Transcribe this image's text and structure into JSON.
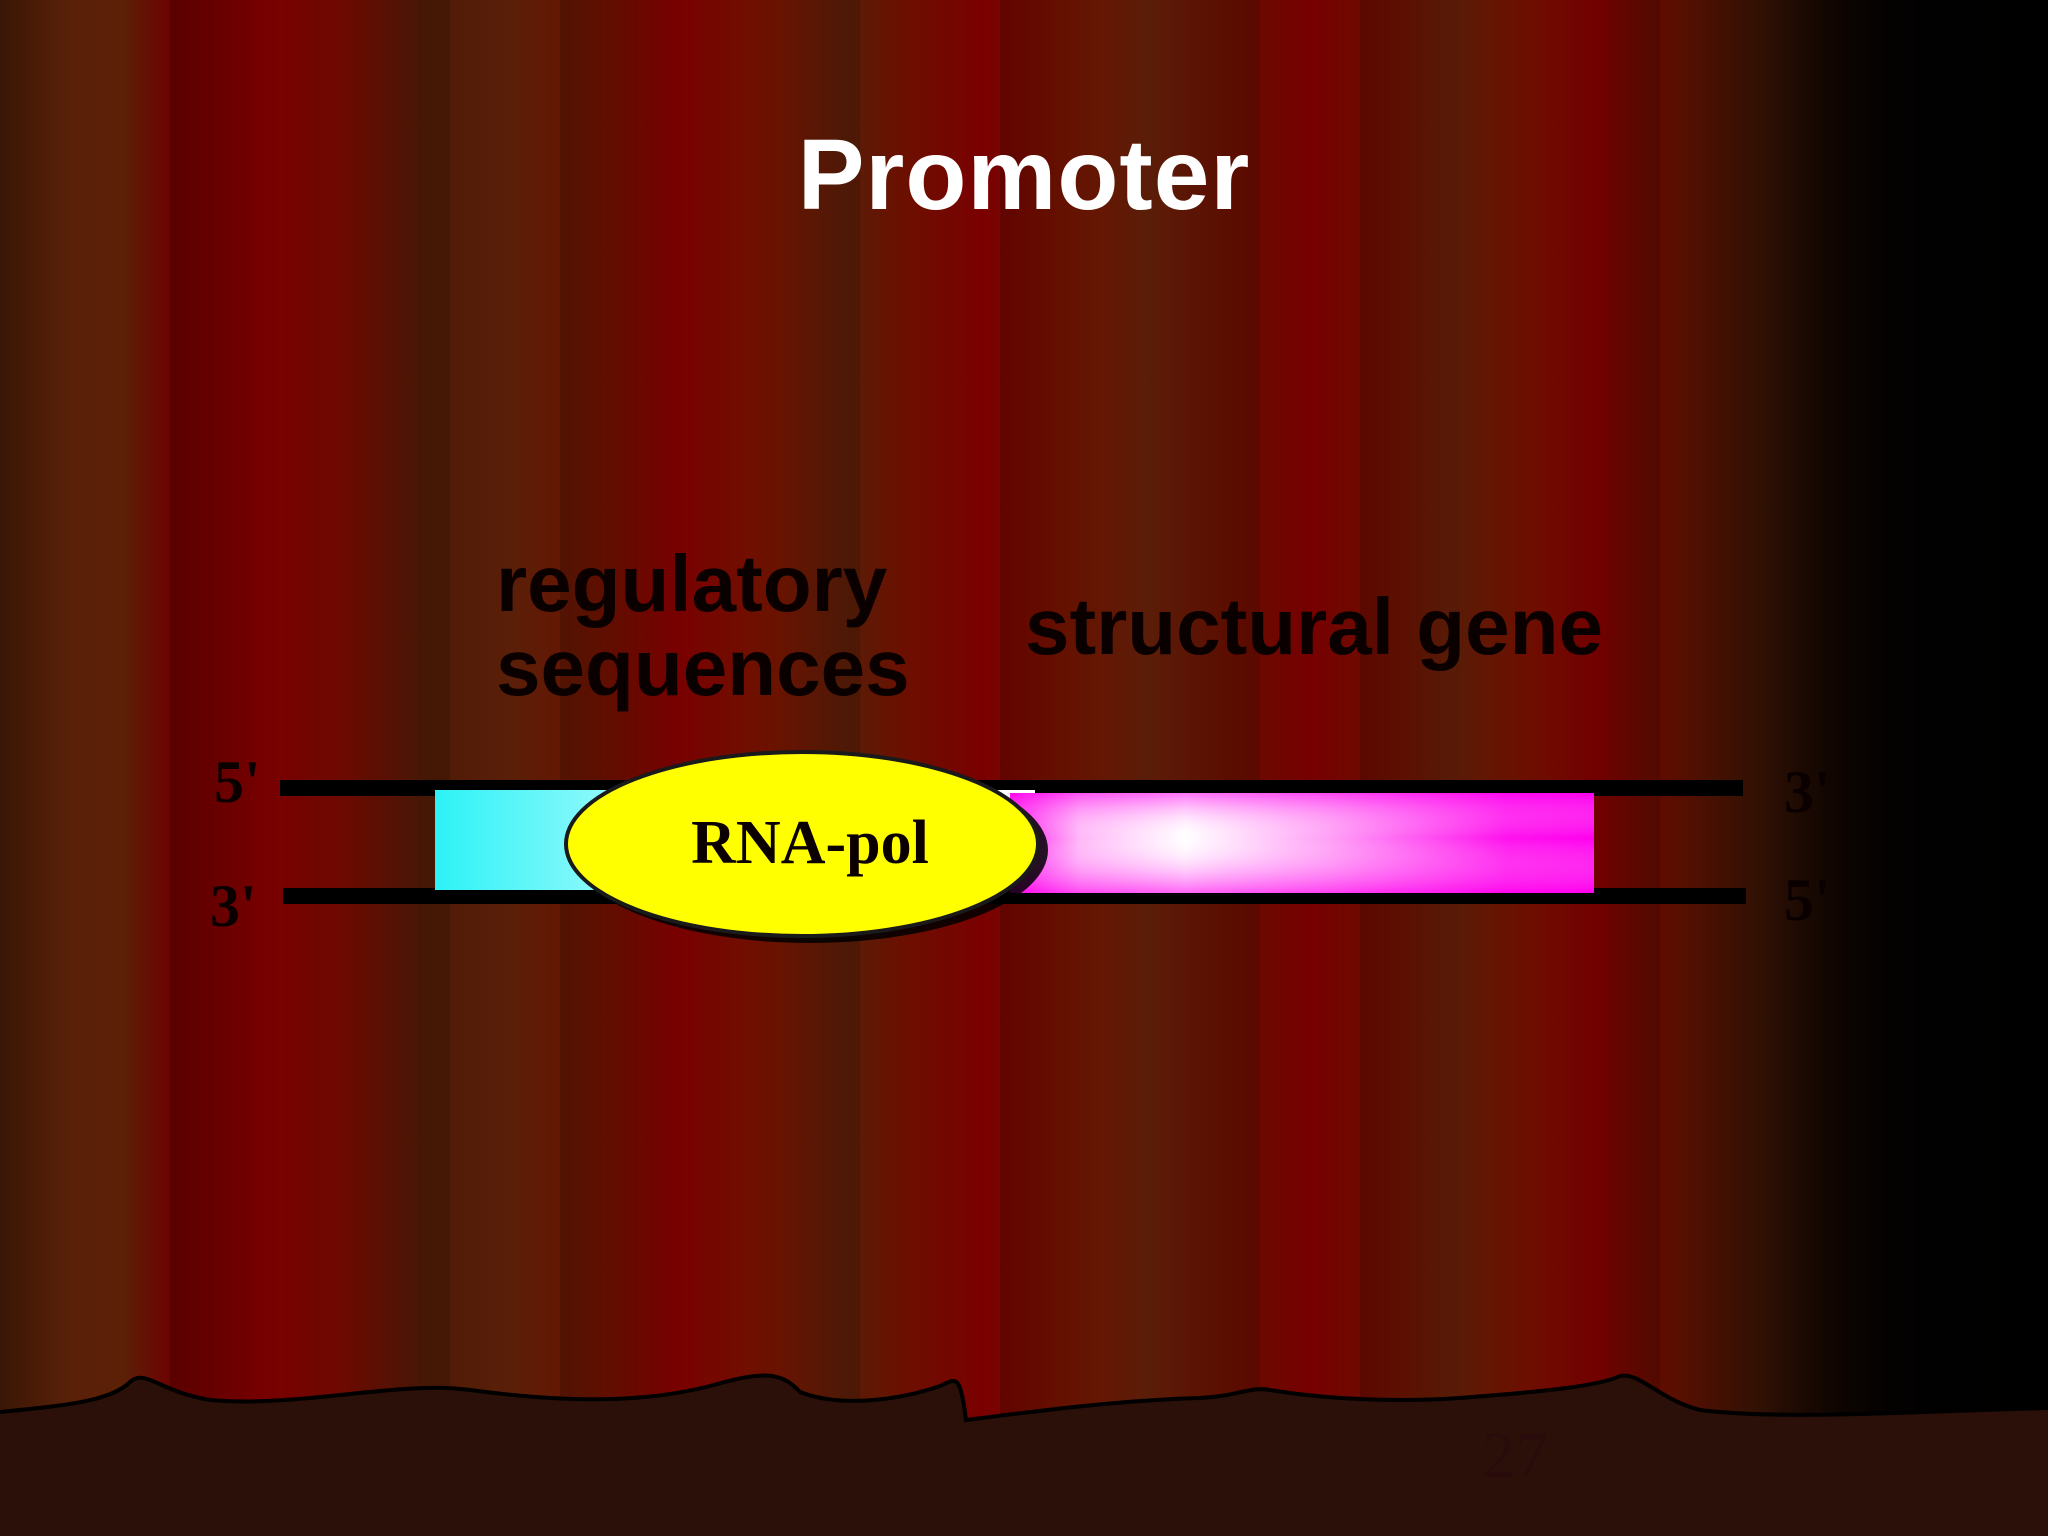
{
  "slide": {
    "title": "Promoter",
    "page_number": "27"
  },
  "diagram": {
    "regulatory_label": "regulatory sequences",
    "structural_label": "structural gene",
    "enzyme_label": "RNA-pol",
    "top_strand": {
      "left_end": "5'",
      "right_end": "3'"
    },
    "bottom_strand": {
      "left_end": "3'",
      "right_end": "5'"
    }
  },
  "colors": {
    "regulatory_region": "#33f0f5",
    "structural_region": "#ff00ee",
    "rna_polymerase": "#ffff00",
    "dna_strand": "#000000",
    "title_text": "#ffffff"
  }
}
